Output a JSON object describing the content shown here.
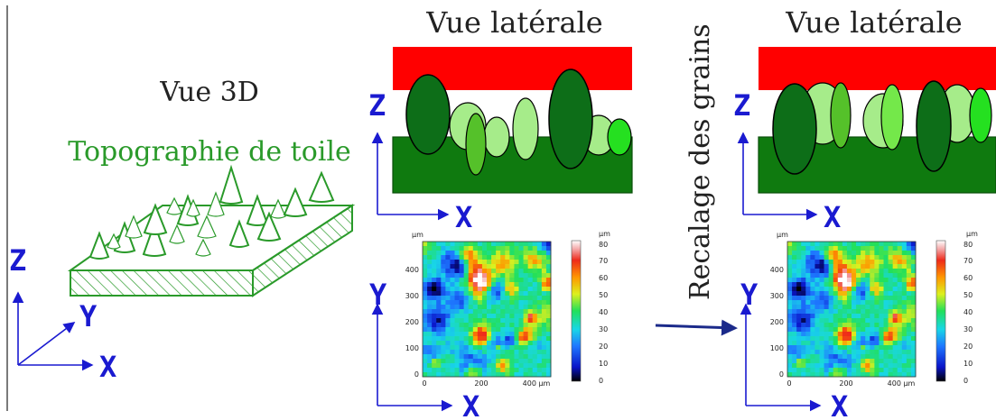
{
  "colors": {
    "axis_blue": "#1a1ad0",
    "topo_green": "#2a9a2a",
    "tool_red": "#ff0000",
    "dark_green": "#0f7a0f",
    "grain_dark": "#0d6e18",
    "grain_mid": "#55c12a",
    "grain_light": "#a6ec8a",
    "grain_bright": "#25e020"
  },
  "left_panel": {
    "title_3d": "Vue 3D",
    "subtitle": "Topographie de toile",
    "axes": {
      "z": "Z",
      "y": "Y",
      "x": "X"
    }
  },
  "side_view_1": {
    "title": "Vue latérale",
    "axes": {
      "z": "Z",
      "x": "X"
    }
  },
  "side_view_2": {
    "title": "Vue latérale",
    "axes": {
      "z": "Z",
      "x": "X"
    }
  },
  "transition": {
    "label": "Recalage des grains"
  },
  "heatmap_1": {
    "unit_label": "µm",
    "y_ticks": [
      "400",
      "300",
      "200",
      "100",
      "0"
    ],
    "x_ticks": [
      "0",
      "200",
      "400 µm"
    ],
    "colorbar_unit": "µm",
    "colorbar_ticks": [
      "80",
      "70",
      "60",
      "50",
      "40",
      "30",
      "20",
      "10",
      "0"
    ],
    "axes": {
      "y": "Y",
      "x": "X"
    }
  },
  "heatmap_2": {
    "unit_label": "µm",
    "y_ticks": [
      "400",
      "300",
      "200",
      "100",
      "0"
    ],
    "x_ticks": [
      "0",
      "200",
      "400 µm"
    ],
    "colorbar_unit": "µm",
    "colorbar_ticks": [
      "80",
      "70",
      "60",
      "50",
      "40",
      "30",
      "20",
      "10",
      "0"
    ],
    "axes": {
      "y": "Y",
      "x": "X"
    }
  }
}
